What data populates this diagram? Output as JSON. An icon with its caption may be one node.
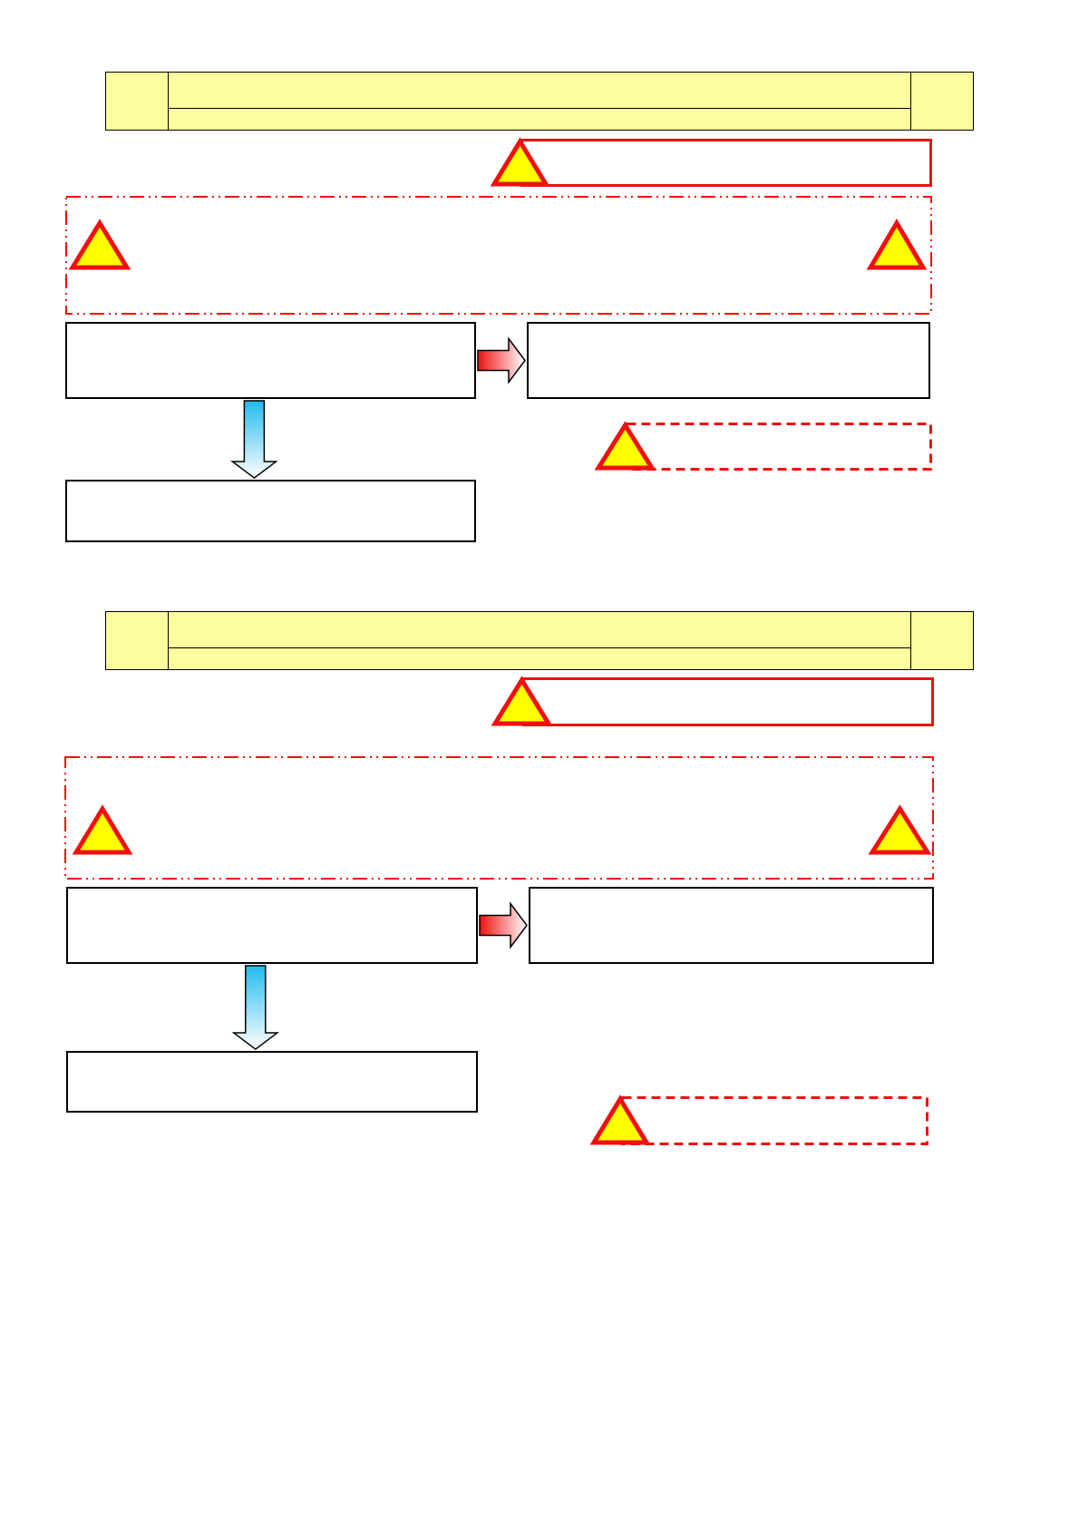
{
  "diagram": {
    "nodes": [
      {
        "text": [],
        "shape": "box"
      },
      {
        "text": [],
        "shape": "box"
      },
      {
        "text": [],
        "shape": "box"
      },
      {
        "text": [],
        "shape": "box"
      },
      {
        "text": [],
        "shape": "box"
      },
      {
        "text": [],
        "shape": "box"
      },
      {
        "text": [],
        "shape": "box"
      },
      {
        "text": [],
        "shape": "box"
      },
      {
        "text": [],
        "shape": "box"
      },
      {
        "text": [],
        "shape": "box"
      },
      {
        "text": [],
        "shape": "box"
      },
      {
        "text": [],
        "shape": "box"
      },
      {
        "text": [],
        "shape": "box"
      },
      {
        "text": [],
        "shape": "box"
      }
    ],
    "edges": [
      {
        "from": 3,
        "to": 4,
        "arrow": "to",
        "style": "thick",
        "color": "#ee1111"
      },
      {
        "from": 3,
        "to": 5,
        "arrow": "to",
        "style": "thick",
        "color": "#22bbee"
      },
      {
        "from": 10,
        "to": 11,
        "arrow": "to",
        "style": "thick",
        "color": "#ee1111"
      },
      {
        "from": 10,
        "to": 12,
        "arrow": "to",
        "style": "thick",
        "color": "#22bbee"
      }
    ]
  }
}
